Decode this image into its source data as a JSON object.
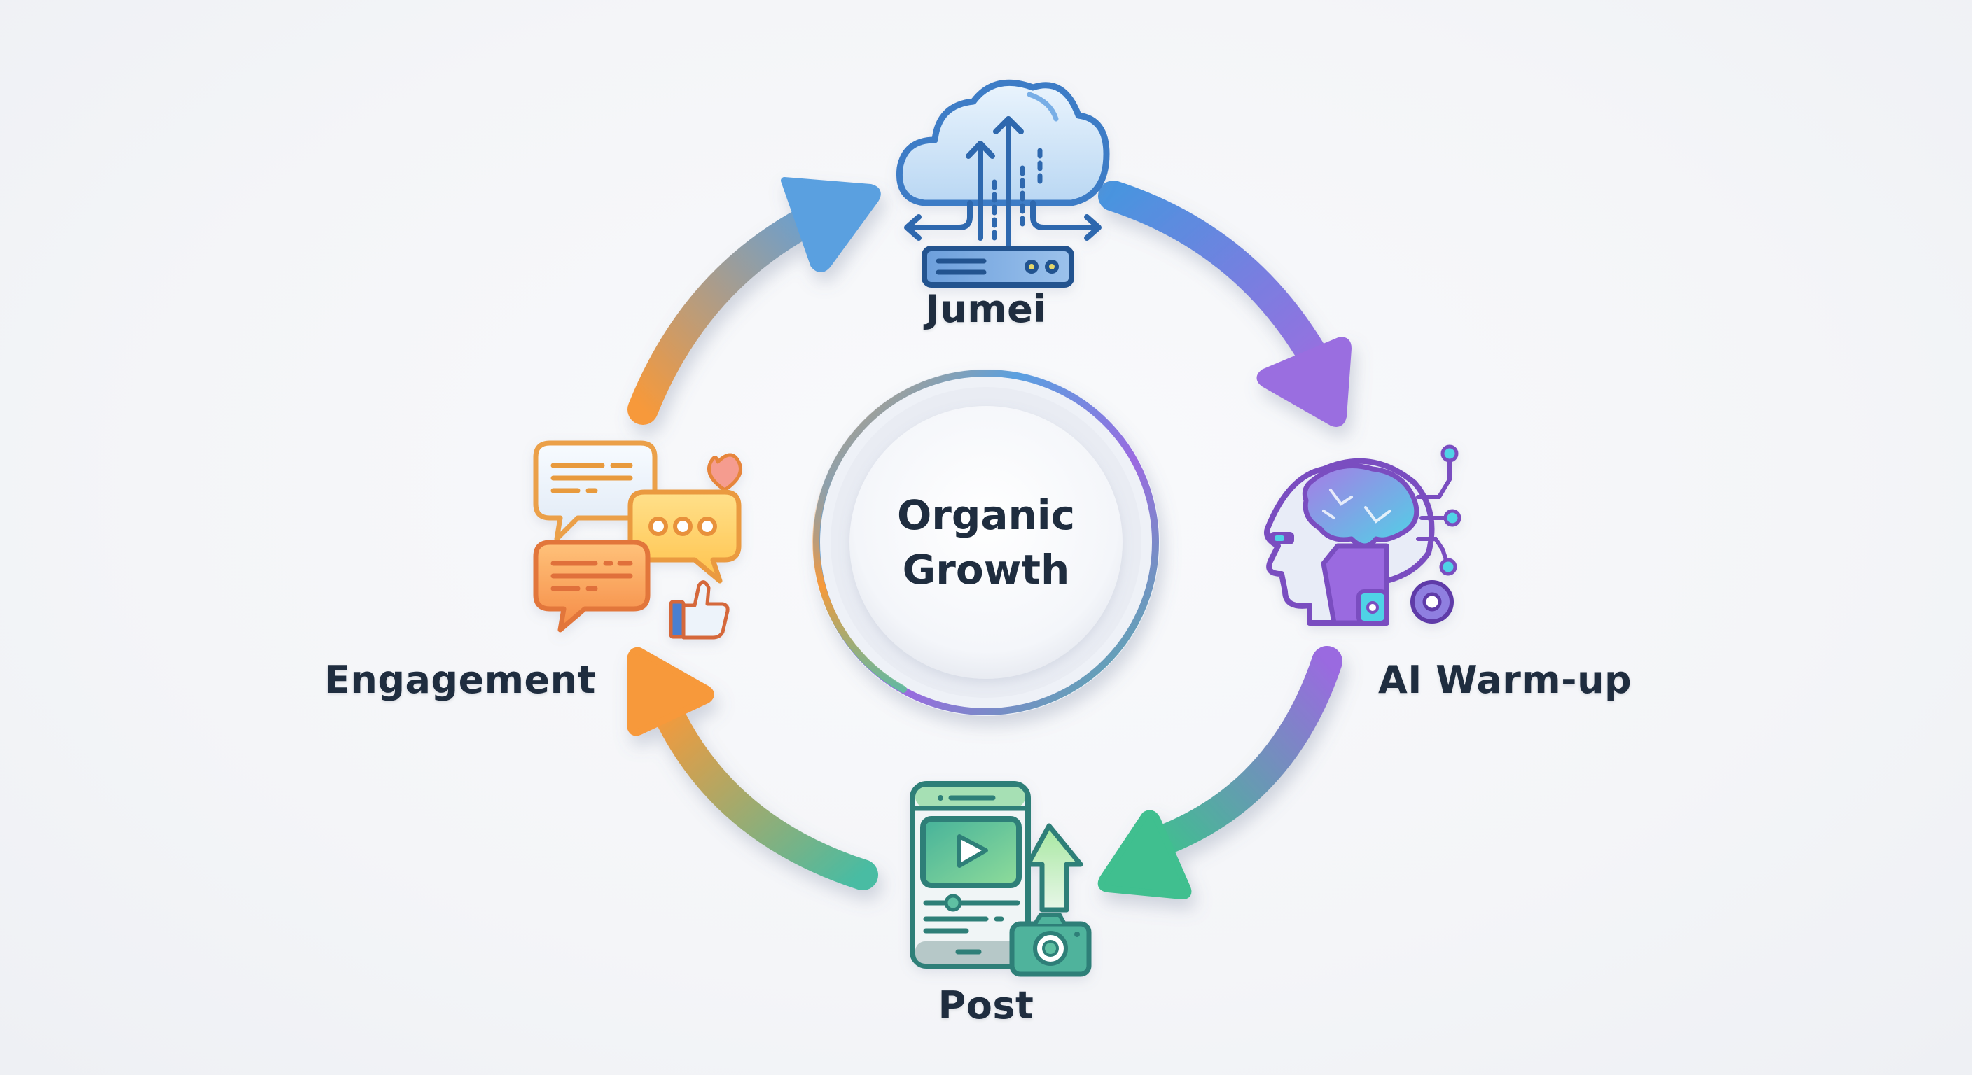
{
  "diagram": {
    "type": "cycle",
    "center": {
      "line1": "Organic",
      "line2": "Growth"
    },
    "steps": [
      {
        "id": "jumei",
        "label": "Jumei",
        "icon": "cloud-server-icon",
        "color": "#4a90d9"
      },
      {
        "id": "ai-warmup",
        "label": "AI Warm-up",
        "icon": "ai-brain-head-icon",
        "color": "#8a5cd6"
      },
      {
        "id": "post",
        "label": "Post",
        "icon": "mobile-video-post-icon",
        "color": "#3aa58a"
      },
      {
        "id": "engagement",
        "label": "Engagement",
        "icon": "chat-bubbles-icon",
        "color": "#f59a3c"
      }
    ],
    "flow": [
      {
        "from": "Engagement",
        "to": "Jumei",
        "colors": [
          "#f7993a",
          "#5aa0e0"
        ]
      },
      {
        "from": "Jumei",
        "to": "AI Warm-up",
        "colors": [
          "#4a94df",
          "#9b6ee0"
        ]
      },
      {
        "from": "AI Warm-up",
        "to": "Post",
        "colors": [
          "#9a6ae0",
          "#3fbf8f"
        ]
      },
      {
        "from": "Post",
        "to": "Engagement",
        "colors": [
          "#48bca3",
          "#f7993a"
        ]
      }
    ],
    "text_color": "#1f2d3f"
  }
}
